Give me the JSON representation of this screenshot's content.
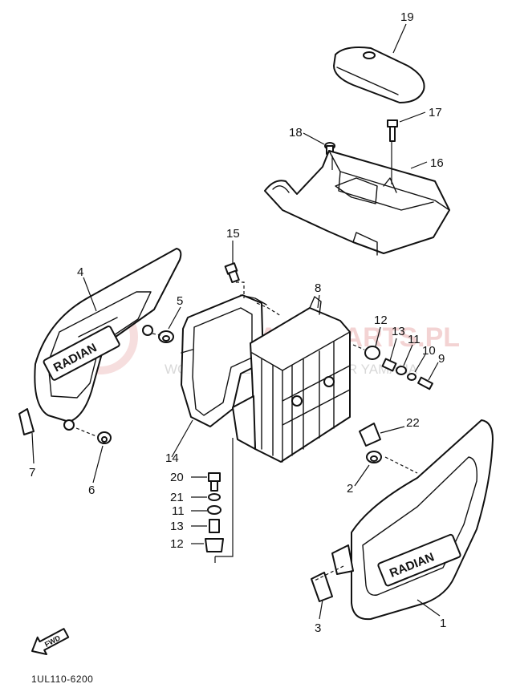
{
  "diagram_code": "1UL110-6200",
  "direction_arrow": "FWD",
  "watermark": {
    "line1": "YAMAHA-PARTS.PL",
    "line2": "WORLDWIDE PARTS DEALER YAMAHA"
  },
  "panel_decals": {
    "left": "RADIAN",
    "right": "RADIAN"
  },
  "callouts": [
    {
      "id": "c19",
      "label": "19"
    },
    {
      "id": "c17",
      "label": "17"
    },
    {
      "id": "c18",
      "label": "18"
    },
    {
      "id": "c16",
      "label": "16"
    },
    {
      "id": "c15",
      "label": "15"
    },
    {
      "id": "c4",
      "label": "4"
    },
    {
      "id": "c5",
      "label": "5"
    },
    {
      "id": "c8",
      "label": "8"
    },
    {
      "id": "c12a",
      "label": "12"
    },
    {
      "id": "c13a",
      "label": "13"
    },
    {
      "id": "c11a",
      "label": "11"
    },
    {
      "id": "c10",
      "label": "10"
    },
    {
      "id": "c9",
      "label": "9"
    },
    {
      "id": "c22",
      "label": "22"
    },
    {
      "id": "c14",
      "label": "14"
    },
    {
      "id": "c7",
      "label": "7"
    },
    {
      "id": "c6",
      "label": "6"
    },
    {
      "id": "c2",
      "label": "2"
    },
    {
      "id": "c20",
      "label": "20"
    },
    {
      "id": "c21",
      "label": "21"
    },
    {
      "id": "c11b",
      "label": "11"
    },
    {
      "id": "c13b",
      "label": "13"
    },
    {
      "id": "c12b",
      "label": "12"
    },
    {
      "id": "c3",
      "label": "3"
    },
    {
      "id": "c1",
      "label": "1"
    }
  ]
}
